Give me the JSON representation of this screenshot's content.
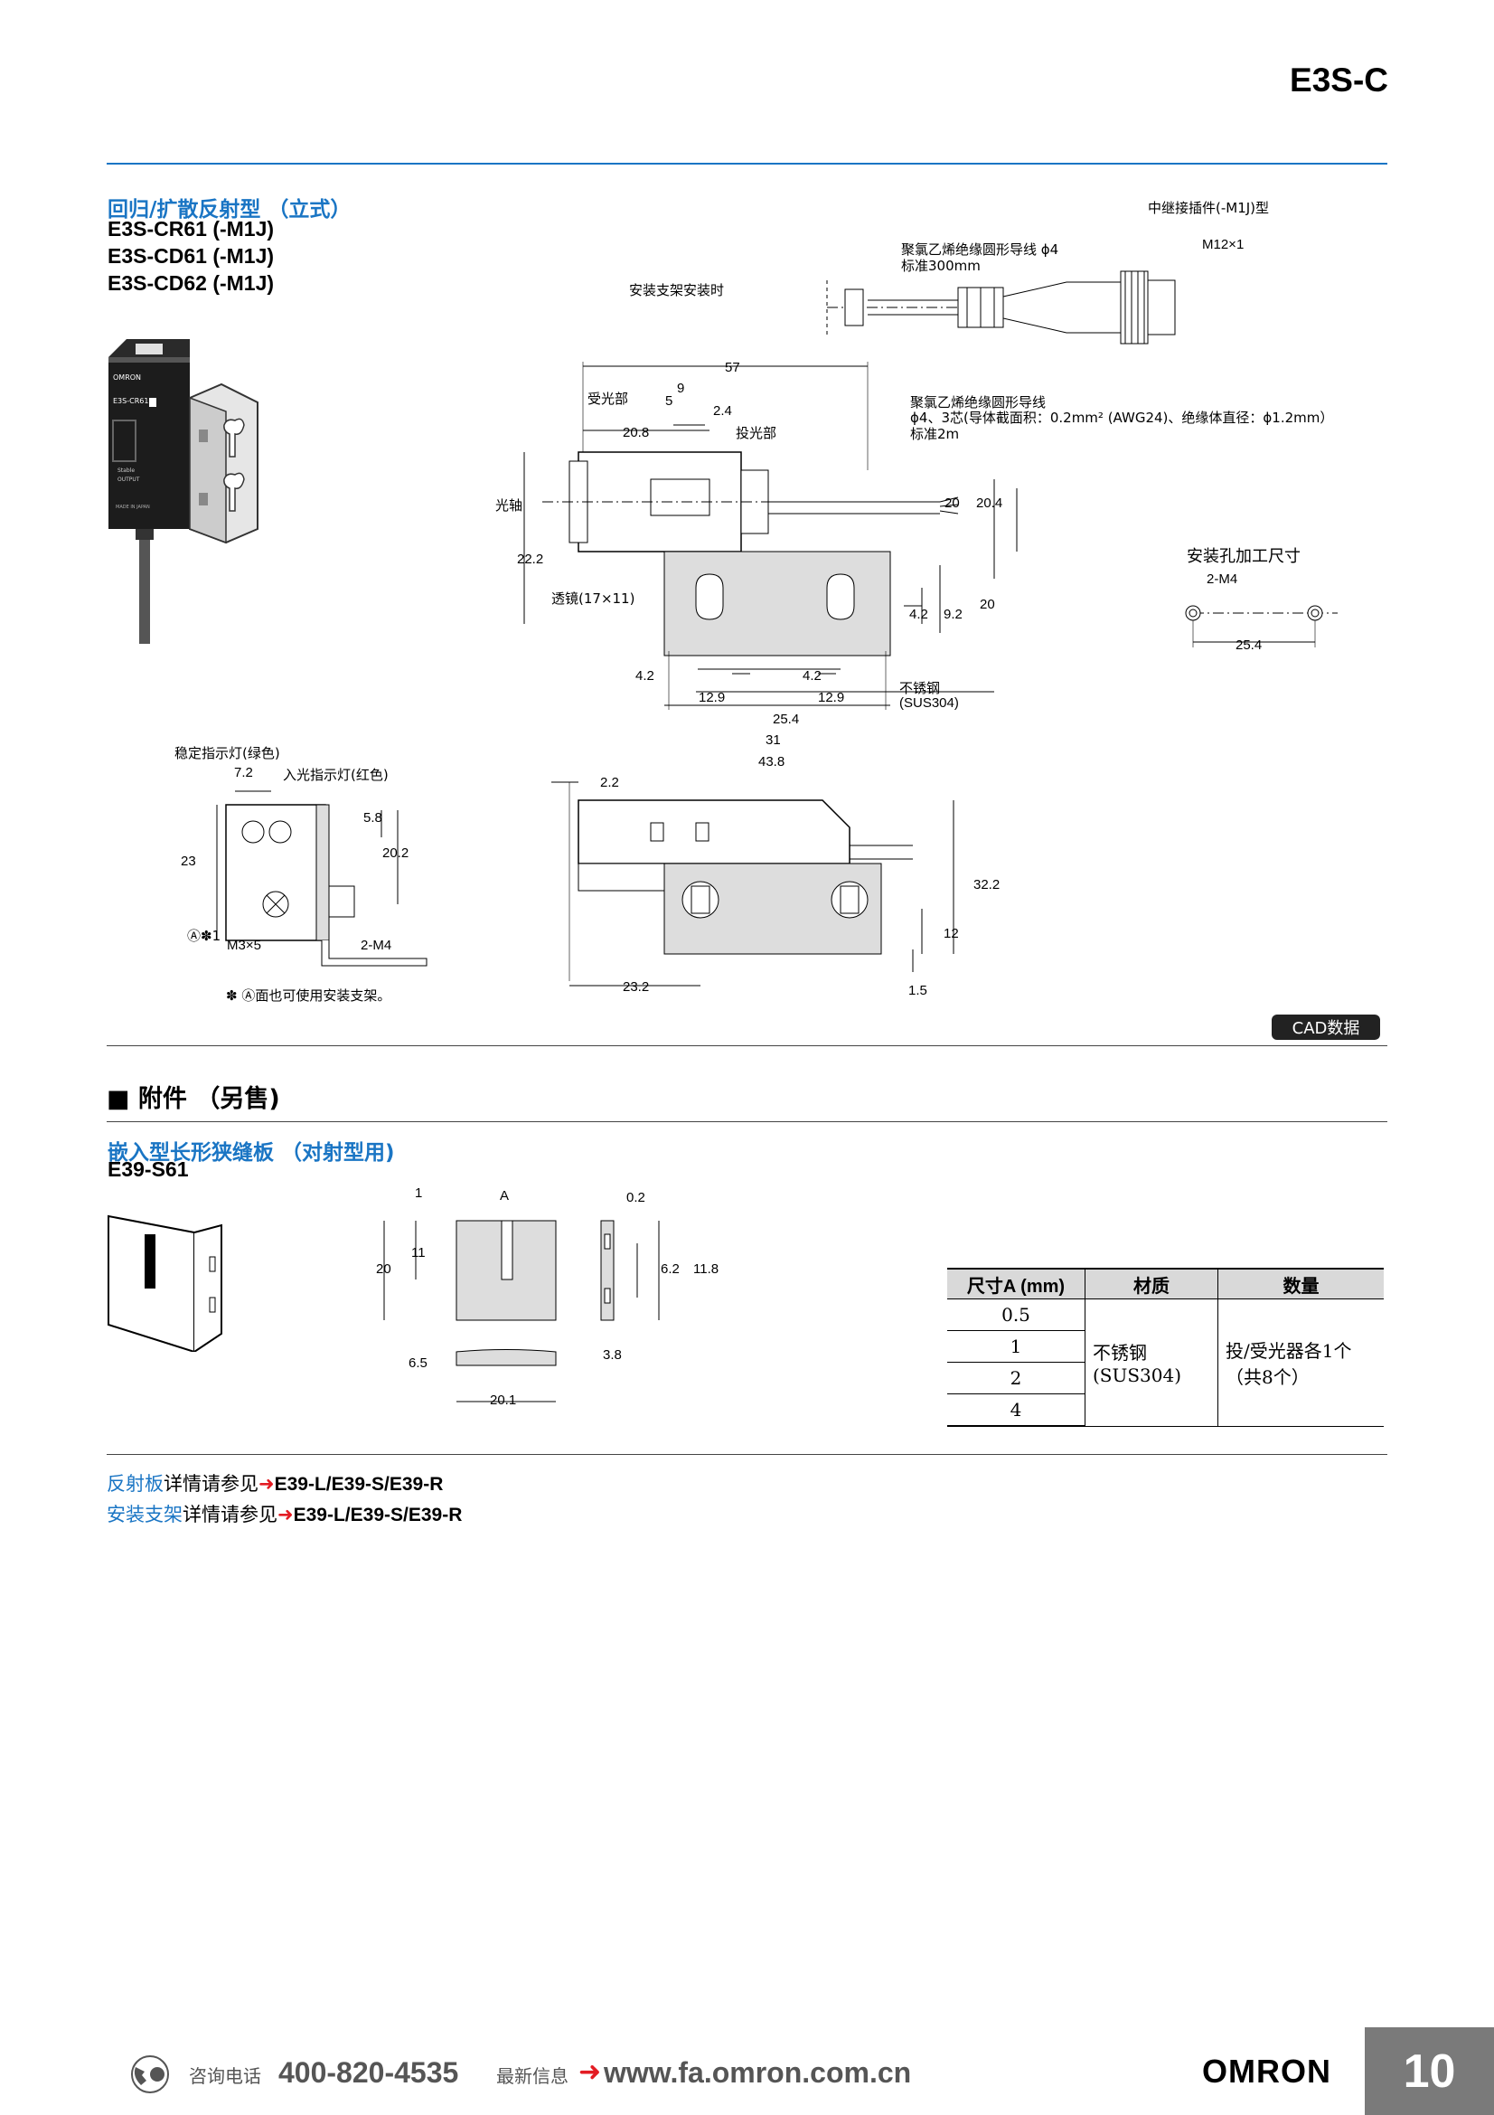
{
  "header": {
    "product_code": "E3S-C"
  },
  "section1": {
    "category_title": "回归/扩散反射型 （立式）",
    "models": [
      "E3S-CR61 (-M1J)",
      "E3S-CD61 (-M1J)",
      "E3S-CD62 (-M1J)"
    ],
    "photo_labels": {
      "brand": "OMRON",
      "model": "E3S-CR61",
      "stable": "Stable",
      "output": "OUTPUT",
      "origin": "MADE IN JAPAN"
    },
    "labels": {
      "connector_type": "中继接插件(-M1J)型",
      "cable_short": "聚氯乙烯绝缘圆形导线 ϕ4",
      "cable_short_len": "标准300mm",
      "m12": "M12×1",
      "bracket_mounted": "安装支架安装时",
      "receiver": "受光部",
      "emitter": "投光部",
      "optical_axis": "光轴",
      "cable_long": "聚氯乙烯绝缘圆形导线",
      "cable_long_spec": "ϕ4、3芯(导体截面积：0.2mm² (AWG24)、绝缘体直径：ϕ1.2mm）",
      "cable_long_len": "标准2m",
      "lens": "透镜(17×11)",
      "stainless": "不锈钢",
      "sus": "(SUS304)",
      "hole_title": "安装孔加工尺寸",
      "hole_m4": "2-M4",
      "stable_light": "稳定指示灯(绿色)",
      "incident_light": "入光指示灯(红色)",
      "mark_a": "Ⓐ✽1",
      "m3x5": "M3×5",
      "two_m4": "2-M4",
      "footnote": "✽ Ⓐ面也可使用安装支架。"
    },
    "dims": {
      "d57": "57",
      "d9": "9",
      "d5": "5",
      "d2_4": "2.4",
      "d20_8": "20.8",
      "d20": "20",
      "d20_4": "20.4",
      "d22_2": "22.2",
      "d20b": "20",
      "d4_2a": "4.2",
      "d9_2": "9.2",
      "d4_2b": "4.2",
      "d4_2c": "4.2",
      "d12_9a": "12.9",
      "d12_9b": "12.9",
      "d25_4": "25.4",
      "d31": "31",
      "d43_8": "43.8",
      "d25_4h": "25.4",
      "d7_2": "7.2",
      "d5_8": "5.8",
      "d23": "23",
      "d20_2": "20.2",
      "d2_2": "2.2",
      "d32_2": "32.2",
      "d12": "12",
      "d23_2": "23.2",
      "d1_5": "1.5"
    },
    "cad_label": "CAD数据"
  },
  "section2": {
    "heading": "附件 （另售)",
    "sub_title": "嵌入型长形狭缝板 （对射型用)",
    "model": "E39-S61",
    "dims": {
      "d1": "1",
      "dA": "A",
      "d0_2": "0.2",
      "d11": "11",
      "d20": "20",
      "d6_2": "6.2",
      "d11_8": "11.8",
      "d6_5": "6.5",
      "d3_8": "3.8",
      "d20_1": "20.1"
    },
    "table": {
      "headers": [
        "尺寸A (mm)",
        "材质",
        "数量"
      ],
      "sizes": [
        "0.5",
        "1",
        "2",
        "4"
      ],
      "material": [
        "不锈钢",
        "(SUS304)"
      ],
      "quantity": [
        "投/受光器各1个",
        "（共8个）"
      ]
    }
  },
  "refs": [
    {
      "link": "反射板",
      "text": "详情请参见",
      "code": "E39-L/E39-S/E39-R"
    },
    {
      "link": "安装支架",
      "text": "详情请参见",
      "code": "E39-L/E39-S/E39-R"
    }
  ],
  "footer": {
    "phone_label": "咨询电话",
    "phone": "400-820-4535",
    "news_label": "最新信息",
    "url": "www.fa.omron.com.cn",
    "brand": "OMRON",
    "page": "10"
  }
}
